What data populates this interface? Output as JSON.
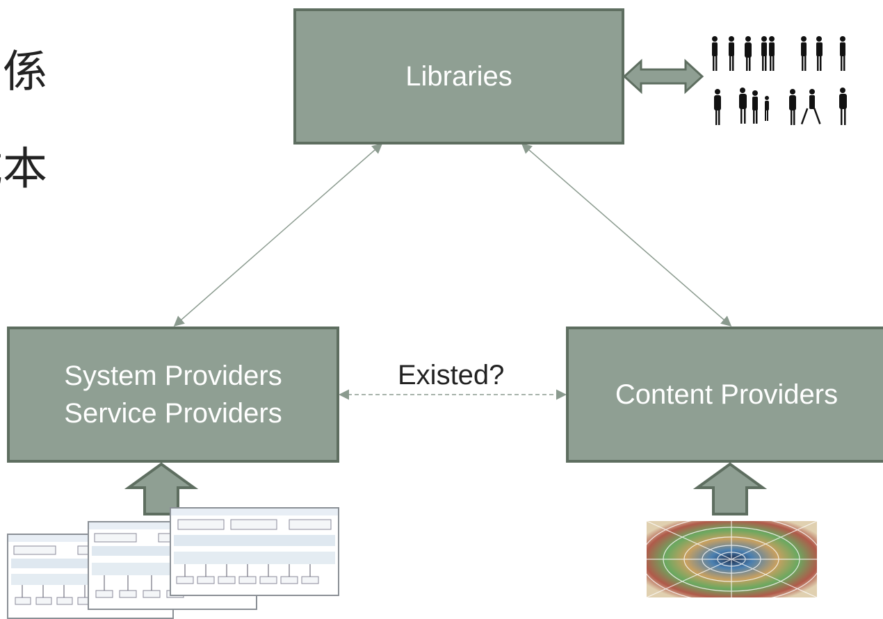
{
  "left_text": {
    "line1": "關係",
    "line2": "成本"
  },
  "libraries": {
    "label": "Libraries"
  },
  "system_box": {
    "line1": "System Providers",
    "line2": "Service Providers"
  },
  "content_box": {
    "label": "Content Providers"
  },
  "relation": {
    "label": "Existed?"
  },
  "colors": {
    "box_fill": "#8f9f93",
    "box_border": "#5e6e60",
    "arrow": "#8a9a8e"
  },
  "icons": [
    "people-silhouettes-image",
    "architecture-diagram-thumbnails",
    "image-tunnel-photo",
    "double-arrow-icon",
    "up-arrow-icon"
  ]
}
